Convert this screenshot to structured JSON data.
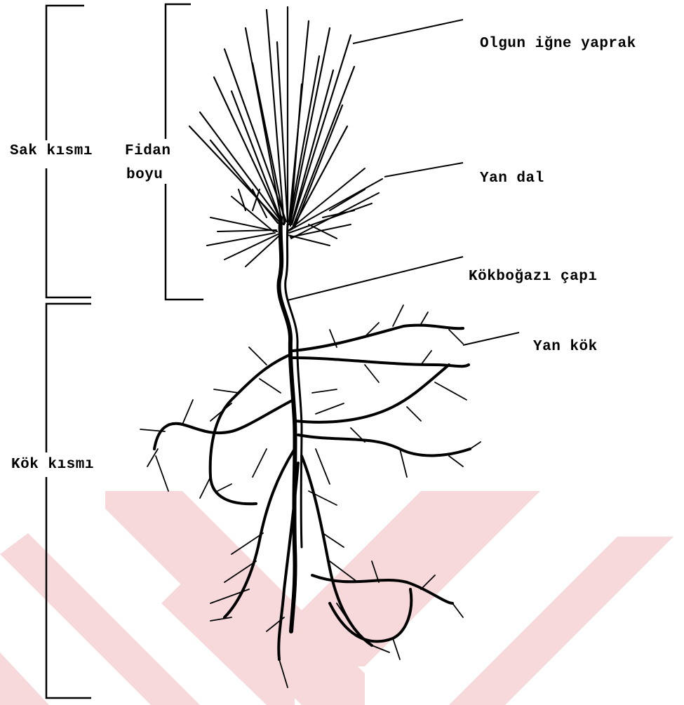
{
  "labels": {
    "olgun_igne_yaprak": "Olgun iğne yaprak",
    "yan_dal": "Yan dal",
    "kokbogazi_capi": "Kökboğazı çapı",
    "yan_kok": "Yan kök",
    "sak_kismi": "Sak kısmı",
    "fidan": "Fidan",
    "boyu": "boyu",
    "kok_kismi": "Kök kısmı"
  },
  "colors": {
    "ink": "#000000",
    "watermark": "#f7d9dc",
    "background": "#ffffff"
  },
  "icons": {
    "seedling": "pine-seedling-illustration",
    "watermark": "chevron-watermark"
  }
}
